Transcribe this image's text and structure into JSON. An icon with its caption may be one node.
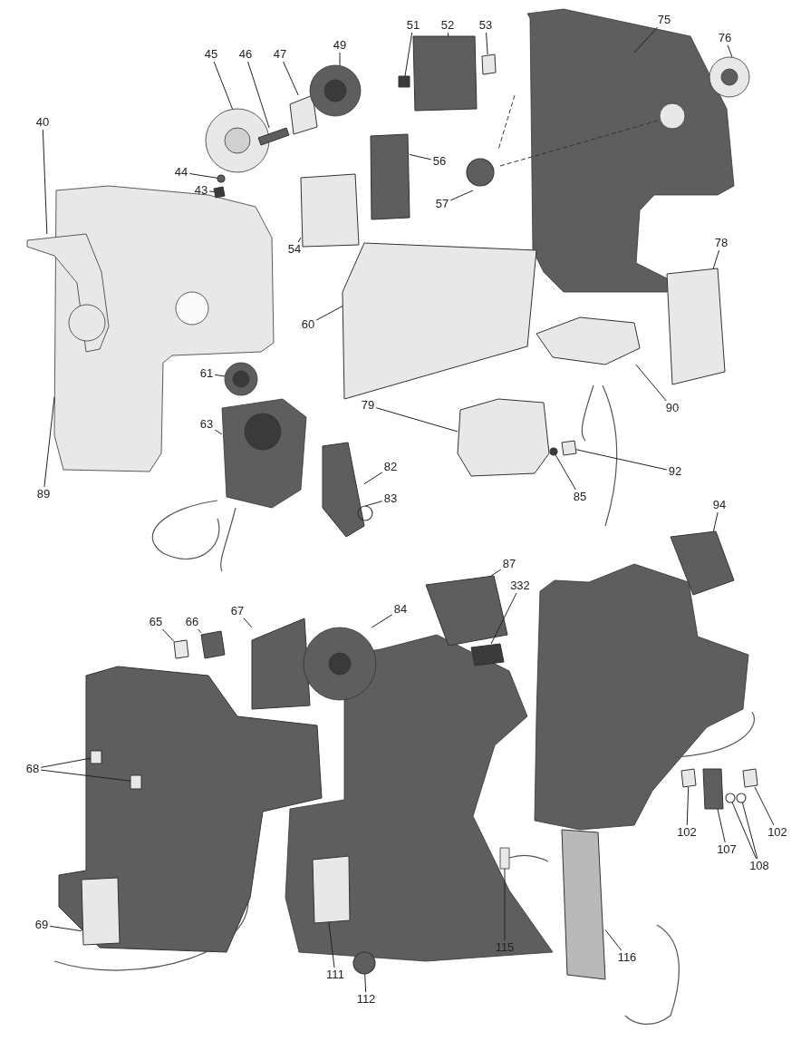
{
  "diagram": {
    "nodes": [
      {
        "text": [
          "43"
        ]
      },
      {
        "text": [
          "44"
        ]
      },
      {
        "text": [
          "45"
        ]
      },
      {
        "text": [
          "46"
        ]
      },
      {
        "text": [
          "47"
        ]
      },
      {
        "text": [
          "49"
        ]
      },
      {
        "text": [
          "51"
        ]
      },
      {
        "text": [
          "52"
        ]
      },
      {
        "text": [
          "53"
        ]
      },
      {
        "text": [
          "75"
        ]
      },
      {
        "text": [
          "76"
        ]
      },
      {
        "text": [
          "40"
        ]
      },
      {
        "text": [
          "56"
        ]
      },
      {
        "text": [
          "57"
        ]
      },
      {
        "text": [
          "54"
        ]
      },
      {
        "text": [
          "60"
        ]
      },
      {
        "text": [
          "78"
        ]
      },
      {
        "text": [
          "61"
        ]
      },
      {
        "text": [
          "90"
        ]
      },
      {
        "text": [
          "63"
        ]
      },
      {
        "text": [
          "79"
        ]
      },
      {
        "text": [
          "92"
        ]
      },
      {
        "text": [
          "85"
        ]
      },
      {
        "text": [
          "89"
        ]
      },
      {
        "text": [
          "82"
        ]
      },
      {
        "text": [
          "83"
        ]
      },
      {
        "text": [
          "94"
        ]
      },
      {
        "text": [
          "87"
        ]
      },
      {
        "text": [
          "332"
        ]
      },
      {
        "text": [
          "65"
        ]
      },
      {
        "text": [
          "66"
        ]
      },
      {
        "text": [
          "67"
        ]
      },
      {
        "text": [
          "84"
        ]
      },
      {
        "text": [
          "68"
        ]
      },
      {
        "text": [
          "69"
        ]
      },
      {
        "text": [
          "102"
        ]
      },
      {
        "text": [
          "107"
        ]
      },
      {
        "text": [
          "102"
        ]
      },
      {
        "text": [
          "108"
        ]
      },
      {
        "text": [
          "111"
        ]
      },
      {
        "text": [
          "112"
        ]
      },
      {
        "text": [
          "115"
        ]
      },
      {
        "text": [
          "116"
        ]
      },
      {
        "text": [],
        "shape": "picture"
      },
      {
        "text": [],
        "shape": "box"
      },
      {
        "text": [],
        "shape": "box"
      },
      {
        "text": [],
        "shape": "picture"
      },
      {
        "text": [],
        "shape": "box"
      },
      {
        "text": [],
        "shape": "picture"
      },
      {
        "text": [],
        "shape": "picture"
      },
      {
        "text": [],
        "shape": "picture"
      },
      {
        "text": [],
        "shape": "box"
      },
      {
        "text": [],
        "shape": "circle"
      },
      {
        "text": [],
        "shape": "box"
      },
      {
        "text": [],
        "shape": "box"
      },
      {
        "text": [],
        "shape": "box"
      },
      {
        "text": [],
        "shape": "picture"
      },
      {
        "text": [],
        "shape": "box"
      },
      {
        "text": [],
        "shape": "picture"
      },
      {
        "text": [],
        "shape": "box"
      },
      {
        "text": [],
        "shape": "box"
      },
      {
        "text": [],
        "shape": "box"
      },
      {
        "text": [],
        "shape": "box"
      },
      {
        "text": [],
        "shape": "box"
      },
      {
        "text": [],
        "shape": "box"
      },
      {
        "text": [],
        "shape": "picture"
      },
      {
        "text": [],
        "shape": "box"
      },
      {
        "text": [],
        "shape": "box",
        "in": 66
      },
      {
        "text": [],
        "shape": "box"
      },
      {
        "text": [],
        "shape": "box"
      },
      {
        "text": [],
        "shape": "box"
      },
      {
        "text": [],
        "shape": "circle"
      },
      {
        "text": [],
        "shape": "picture"
      },
      {
        "text": [],
        "shape": "box"
      },
      {
        "text": [],
        "shape": "circle"
      },
      {
        "text": [],
        "shape": "box"
      },
      {
        "text": [],
        "shape": "box"
      },
      {
        "text": [],
        "shape": "box"
      },
      {
        "text": [],
        "shape": "circle"
      },
      {
        "text": [],
        "shape": "circle"
      },
      {
        "text": [],
        "shape": "box"
      },
      {
        "text": [],
        "shape": "box"
      },
      {
        "text": [],
        "shape": "box"
      },
      {
        "text": [],
        "shape": "box"
      },
      {
        "text": [],
        "shape": "circle"
      },
      {
        "text": [],
        "shape": "circle"
      },
      {
        "text": [],
        "shape": "picture"
      },
      {
        "text": [],
        "shape": "box",
        "in": 66
      },
      {
        "text": [],
        "shape": "box",
        "in": 66
      }
    ],
    "edges": [
      {
        "from": 0,
        "to": 73,
        "arrow": "none"
      },
      {
        "from": 1,
        "to": 74,
        "arrow": "none"
      },
      {
        "from": 2,
        "to": 43,
        "arrow": "none"
      },
      {
        "from": 3,
        "to": 44,
        "arrow": "none"
      },
      {
        "from": 4,
        "to": 45,
        "arrow": "none"
      },
      {
        "from": 5,
        "to": 46,
        "arrow": "none"
      },
      {
        "from": 6,
        "to": 75,
        "arrow": "none"
      },
      {
        "from": 7,
        "to": 47,
        "arrow": "none"
      },
      {
        "from": 8,
        "to": 76,
        "arrow": "none"
      },
      {
        "from": 9,
        "to": 48,
        "arrow": "none"
      },
      {
        "from": 10,
        "to": 49,
        "arrow": "none"
      },
      {
        "from": 11,
        "to": 50,
        "arrow": "none"
      },
      {
        "from": 12,
        "to": 51,
        "arrow": "none"
      },
      {
        "from": 13,
        "to": 52,
        "arrow": "none"
      },
      {
        "from": 14,
        "to": 53,
        "arrow": "none"
      },
      {
        "from": 15,
        "to": 54,
        "arrow": "none"
      },
      {
        "from": 16,
        "to": 55,
        "arrow": "none"
      },
      {
        "from": 17,
        "to": 56,
        "arrow": "none"
      },
      {
        "from": 18,
        "to": 57,
        "arrow": "none"
      },
      {
        "from": 19,
        "to": 58,
        "arrow": "none"
      },
      {
        "from": 20,
        "to": 59,
        "arrow": "none"
      },
      {
        "from": 21,
        "to": 77,
        "arrow": "none"
      },
      {
        "from": 22,
        "to": 78,
        "arrow": "none"
      },
      {
        "from": 23,
        "to": 72,
        "arrow": "none"
      },
      {
        "from": 24,
        "to": 60,
        "arrow": "none"
      },
      {
        "from": 25,
        "to": 79,
        "arrow": "none"
      },
      {
        "from": 26,
        "to": 61,
        "arrow": "none"
      },
      {
        "from": 27,
        "to": 62,
        "arrow": "none"
      },
      {
        "from": 28,
        "to": 63,
        "arrow": "none"
      },
      {
        "from": 29,
        "to": 80,
        "arrow": "none"
      },
      {
        "from": 30,
        "to": 81,
        "arrow": "none"
      },
      {
        "from": 31,
        "to": 64,
        "arrow": "none"
      },
      {
        "from": 32,
        "to": 65,
        "arrow": "none"
      },
      {
        "from": 33,
        "to": 87,
        "arrow": "none"
      },
      {
        "from": 33,
        "to": 88,
        "arrow": "none"
      },
      {
        "from": 34,
        "to": 67,
        "arrow": "none"
      },
      {
        "from": 35,
        "to": 82,
        "arrow": "none"
      },
      {
        "from": 36,
        "to": 68,
        "arrow": "none"
      },
      {
        "from": 37,
        "to": 83,
        "arrow": "none"
      },
      {
        "from": 38,
        "to": 84,
        "arrow": "none"
      },
      {
        "from": 38,
        "to": 85,
        "arrow": "none"
      },
      {
        "from": 39,
        "to": 70,
        "arrow": "none"
      },
      {
        "from": 40,
        "to": 71,
        "arrow": "none"
      },
      {
        "from": 41,
        "to": 86,
        "arrow": "none"
      },
      {
        "from": 42,
        "to": 69,
        "arrow": "none"
      }
    ]
  }
}
